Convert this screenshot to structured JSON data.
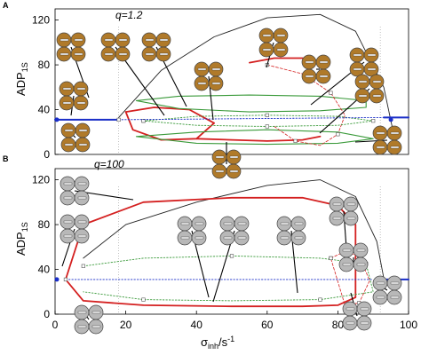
{
  "chart_data": [
    {
      "panel": "A",
      "type": "line",
      "annotation": "q=1.2",
      "ylabel": "ADP1S",
      "xlim": [
        0,
        100
      ],
      "ylim": [
        0,
        130
      ],
      "yticks": [
        0,
        40,
        80,
        120
      ],
      "series": [
        {
          "style": "black-thin",
          "x": [
            18,
            30,
            45,
            60,
            75,
            85,
            93,
            96
          ],
          "y": [
            33,
            75,
            105,
            122,
            125,
            110,
            60,
            15
          ]
        },
        {
          "style": "red-solid",
          "x": [
            20,
            28,
            38,
            45,
            40,
            30,
            22,
            20
          ],
          "y": [
            38,
            42,
            40,
            28,
            14,
            13,
            22,
            38
          ]
        },
        {
          "style": "red-solid",
          "x": [
            55,
            62,
            70,
            77
          ],
          "y": [
            82,
            86,
            86,
            82
          ]
        },
        {
          "style": "red-solid",
          "x": [
            40,
            50,
            60,
            70,
            75
          ],
          "y": [
            14,
            13,
            12,
            13,
            16
          ]
        },
        {
          "style": "green-solid",
          "x": [
            23,
            35,
            55,
            75,
            88,
            88,
            75,
            55,
            35,
            23
          ],
          "y": [
            48,
            52,
            53,
            52,
            48,
            42,
            39,
            38,
            41,
            48
          ]
        },
        {
          "style": "green-solid",
          "x": [
            23,
            40,
            60,
            80,
            90,
            80,
            60,
            40,
            23
          ],
          "y": [
            16,
            10,
            9,
            10,
            14,
            20,
            22,
            20,
            16
          ]
        },
        {
          "style": "red-dashed",
          "x": [
            60,
            70,
            78,
            82,
            80,
            75,
            68,
            62
          ],
          "y": [
            80,
            72,
            55,
            35,
            18,
            8,
            12,
            25
          ]
        },
        {
          "style": "green-dotted",
          "x": [
            25,
            40,
            60,
            80,
            90,
            80,
            60,
            40,
            25
          ],
          "y": [
            30,
            34,
            35,
            34,
            30,
            26,
            25,
            26,
            30
          ]
        },
        {
          "style": "blue-solid",
          "x": [
            0,
            18
          ],
          "y": [
            31,
            31
          ]
        },
        {
          "style": "blue-solid",
          "x": [
            93,
            100
          ],
          "y": [
            33,
            33
          ]
        },
        {
          "style": "blue-dotted",
          "x": [
            18,
            93
          ],
          "y": [
            31,
            33
          ]
        }
      ]
    },
    {
      "panel": "B",
      "type": "line",
      "annotation": "q=100",
      "ylabel": "ADP1S",
      "xlabel": "σinh /s-1",
      "xlim": [
        0,
        100
      ],
      "ylim": [
        0,
        130
      ],
      "xticks": [
        0,
        20,
        40,
        60,
        80,
        100
      ],
      "yticks": [
        0,
        40,
        80,
        120
      ],
      "series": [
        {
          "style": "black-thin",
          "x": [
            8,
            20,
            40,
            60,
            75,
            85,
            91,
            93
          ],
          "y": [
            50,
            80,
            100,
            115,
            120,
            105,
            65,
            32
          ]
        },
        {
          "style": "red-solid",
          "x": [
            3,
            8,
            25,
            50,
            70,
            80,
            85,
            85,
            80,
            70,
            50,
            25,
            8,
            3
          ],
          "y": [
            31,
            80,
            100,
            104,
            104,
            97,
            80,
            15,
            8,
            7,
            7,
            8,
            12,
            31
          ]
        },
        {
          "style": "green-dotted",
          "x": [
            8,
            25,
            50,
            75,
            88,
            90,
            75,
            50,
            25,
            8
          ],
          "y": [
            43,
            50,
            52,
            50,
            45,
            20,
            13,
            12,
            13,
            20
          ]
        },
        {
          "style": "red-dashed",
          "x": [
            78,
            82,
            86,
            89,
            86,
            82,
            78
          ],
          "y": [
            50,
            56,
            52,
            30,
            10,
            8,
            50
          ]
        },
        {
          "style": "blue-dotted",
          "x": [
            3,
            90
          ],
          "y": [
            31,
            31
          ]
        },
        {
          "style": "blue-solid",
          "x": [
            91,
            100
          ],
          "y": [
            31,
            31
          ]
        }
      ]
    }
  ],
  "panels": {
    "a": {
      "letter": "A",
      "annotation": "q=1.2",
      "ylabel_main": "ADP",
      "ylabel_sub": "1S"
    },
    "b": {
      "letter": "B",
      "annotation": "q=100",
      "ylabel_main": "ADP",
      "ylabel_sub": "1S"
    }
  },
  "xaxis": {
    "label_main": "σ",
    "label_sub": "inh",
    "label_unit": "/s",
    "label_exp": "-1"
  },
  "colors": {
    "red": "#d42020",
    "green": "#3a9a3a",
    "blue": "#1a2ec8",
    "black": "#222222",
    "gold_icon": "#b07a2a",
    "grey_icon": "#b8b8b8"
  },
  "icons": {
    "panel_a": "gold-tetrameric-complex-icon",
    "panel_b": "grey-tetrameric-complex-icon"
  }
}
